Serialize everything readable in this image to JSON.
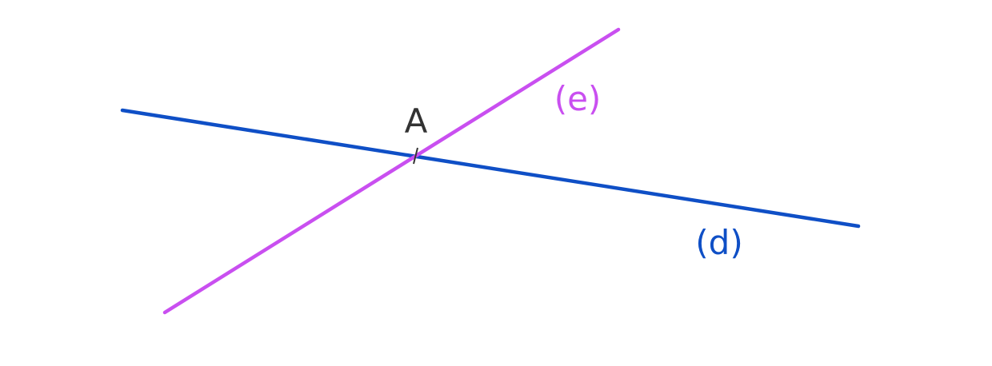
{
  "lines": {
    "d": {
      "label": "(d)",
      "color": "#0f4fc6"
    },
    "e": {
      "label": "(e)",
      "color": "#c94ff0"
    }
  },
  "point": {
    "label": "A",
    "color": "#333333"
  }
}
